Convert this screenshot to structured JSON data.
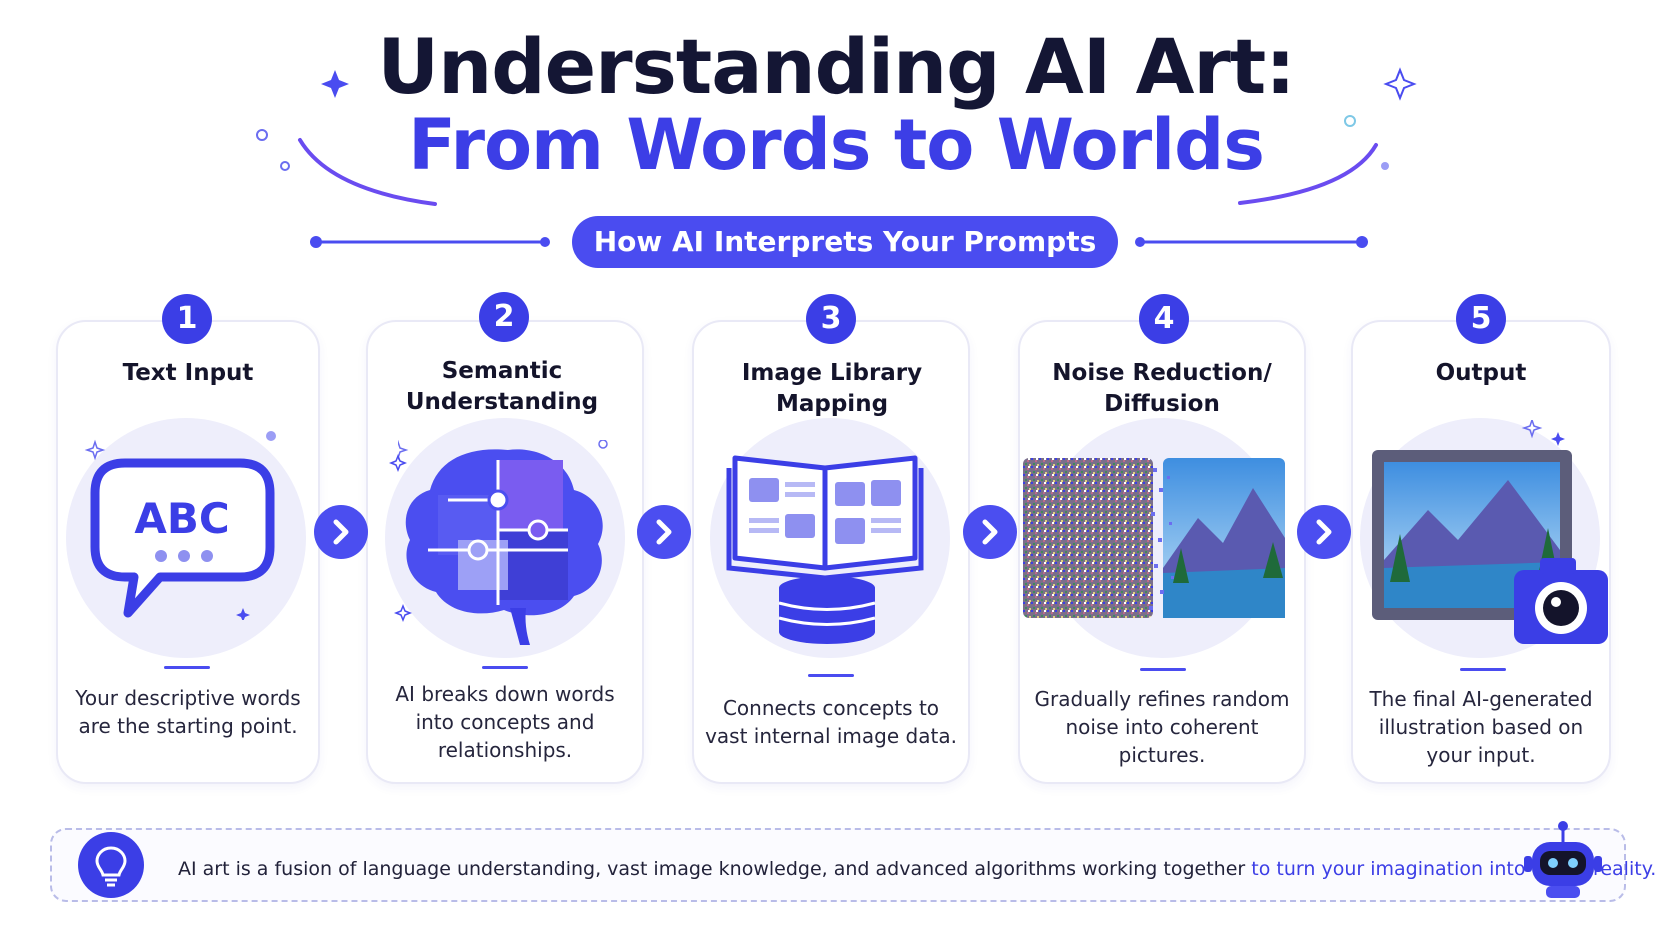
{
  "header": {
    "title_line1": "Understanding AI Art:",
    "title_line2": "From Words to Worlds",
    "subtitle": "How AI Interprets Your Prompts"
  },
  "steps": [
    {
      "number": "1",
      "title": "Text Input",
      "description": "Your descriptive words\nare the starting point.",
      "illustration": "speech-bubble-abc-icon",
      "bubble_text": "ABC"
    },
    {
      "number": "2",
      "title": "Semantic\nUnderstanding",
      "description": "AI breaks down words\ninto concepts and\nrelationships.",
      "illustration": "puzzle-brain-icon"
    },
    {
      "number": "3",
      "title": "Image Library\nMapping",
      "description": "Connects concepts to\nvast internal image data.",
      "illustration": "book-database-icon"
    },
    {
      "number": "4",
      "title": "Noise Reduction/\nDiffusion",
      "description": "Gradually refines random\nnoise into coherent\npictures.",
      "illustration": "noise-to-landscape-image"
    },
    {
      "number": "5",
      "title": "Output",
      "description": "The final AI-generated\nillustration based on\nyour input.",
      "illustration": "framed-landscape-camera-icon"
    }
  ],
  "footer": {
    "text": "AI art is a fusion of language understanding, vast image knowledge, and advanced algorithms working together",
    "highlight": "to turn your imagination into visual reality.",
    "left_icon": "lightbulb-icon",
    "right_icon": "robot-icon"
  },
  "colors": {
    "accent": "#3c3ee6",
    "pill": "#4a4cf0",
    "dark_text": "#141634",
    "halo": "#eeeefb"
  }
}
